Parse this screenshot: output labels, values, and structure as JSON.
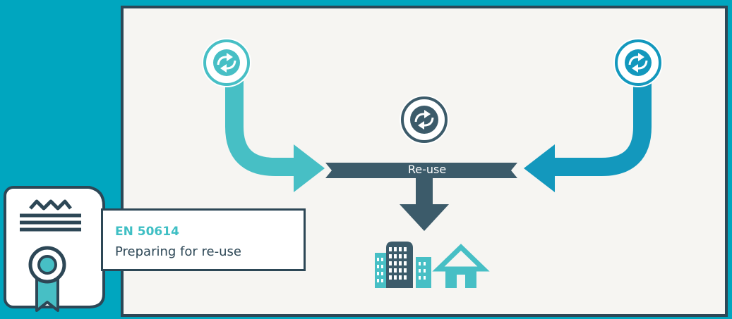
{
  "diagram": {
    "center_label": "Re-use",
    "nodes": [
      {
        "id": "left-source",
        "icon": "recycle-arrows-icon",
        "color": "#47bfc5"
      },
      {
        "id": "center-reuse",
        "icon": "recycle-arrows-icon",
        "color": "#3c5b6a"
      },
      {
        "id": "right-source",
        "icon": "recycle-arrows-icon",
        "color": "#1398bd"
      }
    ],
    "destination_icons": [
      "buildings-icon",
      "house-icon"
    ]
  },
  "certificate": {
    "code": "EN 50614",
    "title": "Preparing for re-use",
    "icon": "certificate-scroll-icon"
  },
  "colors": {
    "background": "#00a6bf",
    "panel": "#f6f5f2",
    "dark": "#2d4756",
    "teal_light": "#47bfc5",
    "blue": "#1398bd"
  }
}
